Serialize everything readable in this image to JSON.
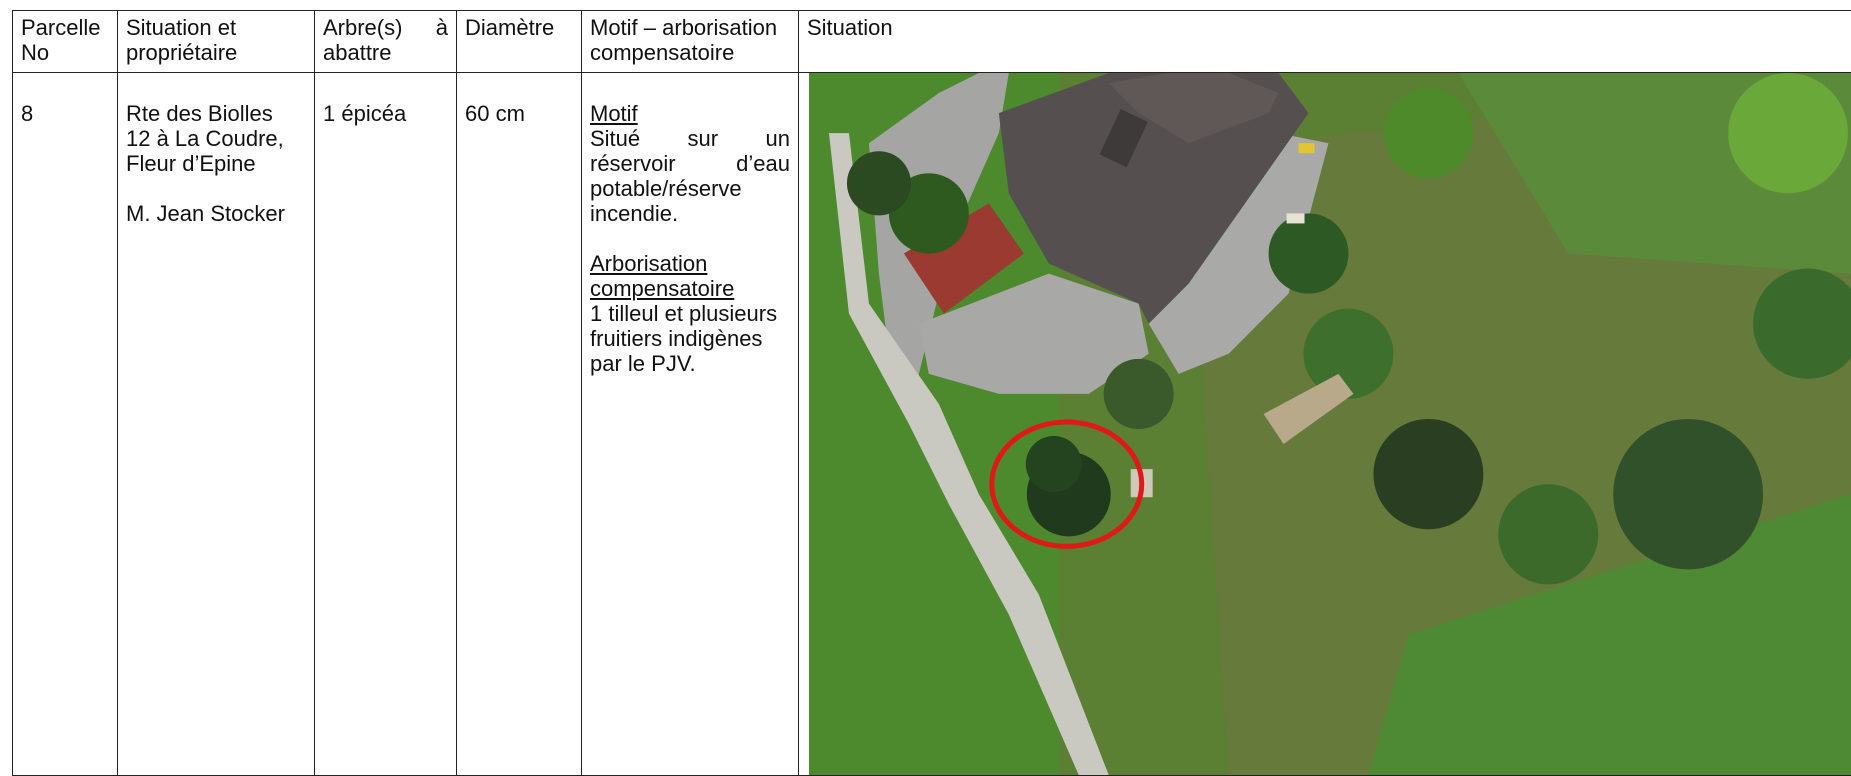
{
  "table": {
    "headers": {
      "parcelle_line1": "Parcelle",
      "parcelle_line2": "No",
      "situation_line1": "Situation et",
      "situation_line2": "propriétaire",
      "arbres_word1": "Arbre(s)",
      "arbres_word2": "à",
      "arbres_line2": "abattre",
      "diametre": "Diamètre",
      "motif_line1": "Motif – arborisation",
      "motif_line2": "compensatoire",
      "map_header": "Situation"
    },
    "row": {
      "parcelle_no": "8",
      "address_line1": "Rte des Biolles",
      "address_line2": "12 à La Coudre,",
      "address_line3": "Fleur d’Epine",
      "owner": "M. Jean Stocker",
      "trees": "1 épicéa",
      "diameter": "60 cm",
      "motif_heading": "Motif",
      "motif_line1_w1": "Situé",
      "motif_line1_w2": "sur",
      "motif_line1_w3": "un",
      "motif_line2_w1": "réservoir",
      "motif_line2_w2": "d’eau",
      "motif_line3": "potable/réserve",
      "motif_line4": "incendie.",
      "arbo_heading_line1": "Arborisation",
      "arbo_heading_line2": "compensatoire",
      "arbo_line1": "1 tilleul et plusieurs",
      "arbo_line2": "fruitiers indigènes",
      "arbo_line3": "par le PJV."
    }
  },
  "map": {
    "description_icon": "aerial-photo",
    "highlight_color": "#e01818"
  }
}
